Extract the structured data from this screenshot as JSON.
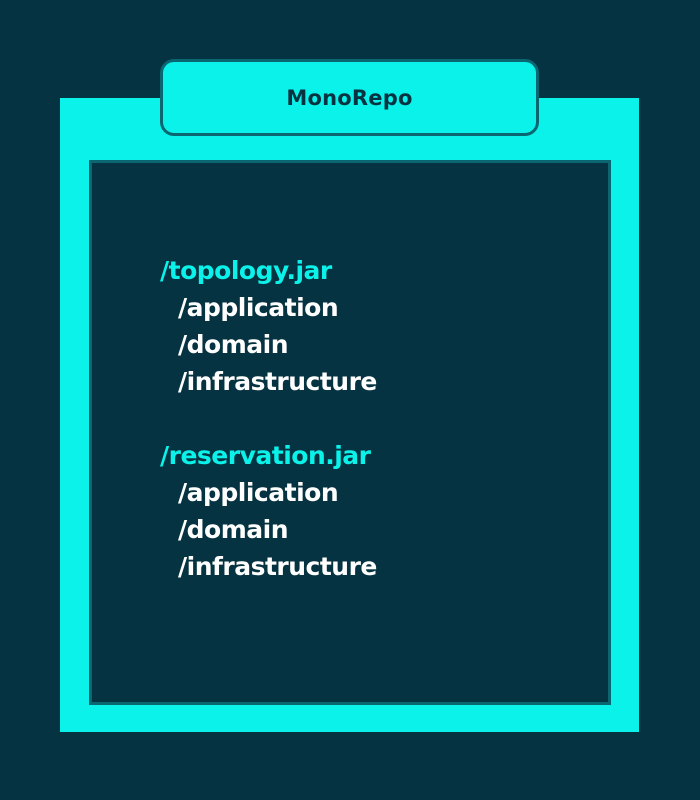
{
  "title": "MonoRepo",
  "modules": [
    {
      "name": "/topology.jar",
      "packages": [
        "/application",
        "/domain",
        "/infrastructure"
      ]
    },
    {
      "name": "/reservation.jar",
      "packages": [
        "/application",
        "/domain",
        "/infrastructure"
      ]
    }
  ],
  "colors": {
    "background": "#063341",
    "accent": "#0af2ea",
    "border": "#0a6670",
    "text": "#ffffff"
  }
}
